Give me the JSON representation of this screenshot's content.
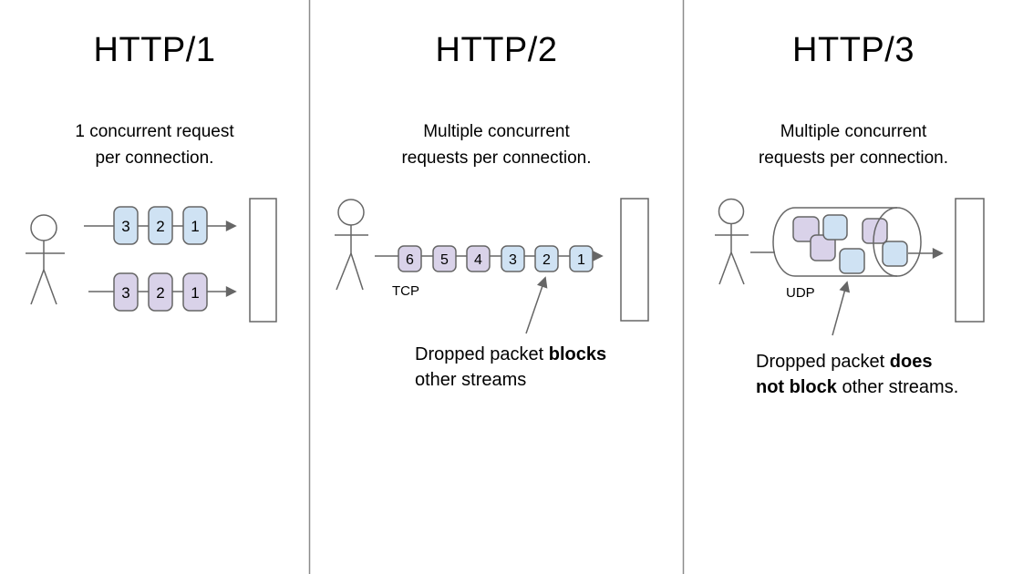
{
  "colors": {
    "packet_blue": "#cfe2f3",
    "packet_purple": "#d9d2e9",
    "line_gray": "#666666",
    "divider_gray": "#8c8c8c"
  },
  "panels": [
    {
      "title": "HTTP/1",
      "subtitle": "1 concurrent request\nper connection.",
      "rows": [
        {
          "color": "blue",
          "packets": [
            "3",
            "2",
            "1"
          ]
        },
        {
          "color": "purple",
          "packets": [
            "3",
            "2",
            "1"
          ]
        }
      ]
    },
    {
      "title": "HTTP/2",
      "subtitle": "Multiple concurrent\nrequests per connection.",
      "transport_label": "TCP",
      "packets": [
        "6",
        "5",
        "4",
        "3",
        "2",
        "1"
      ],
      "packet_colors": [
        "purple",
        "purple",
        "purple",
        "blue",
        "blue",
        "blue"
      ],
      "annotation": {
        "line1_pre": "Dropped packet ",
        "line1_bold": "blocks",
        "line2": "other streams"
      }
    },
    {
      "title": "HTTP/3",
      "subtitle": "Multiple concurrent\nrequests per connection.",
      "transport_label": "UDP",
      "annotation": {
        "line1_pre": "Dropped packet ",
        "line1_bold": "does",
        "line2_bold": "not block",
        "line2_post": " other streams."
      }
    }
  ]
}
